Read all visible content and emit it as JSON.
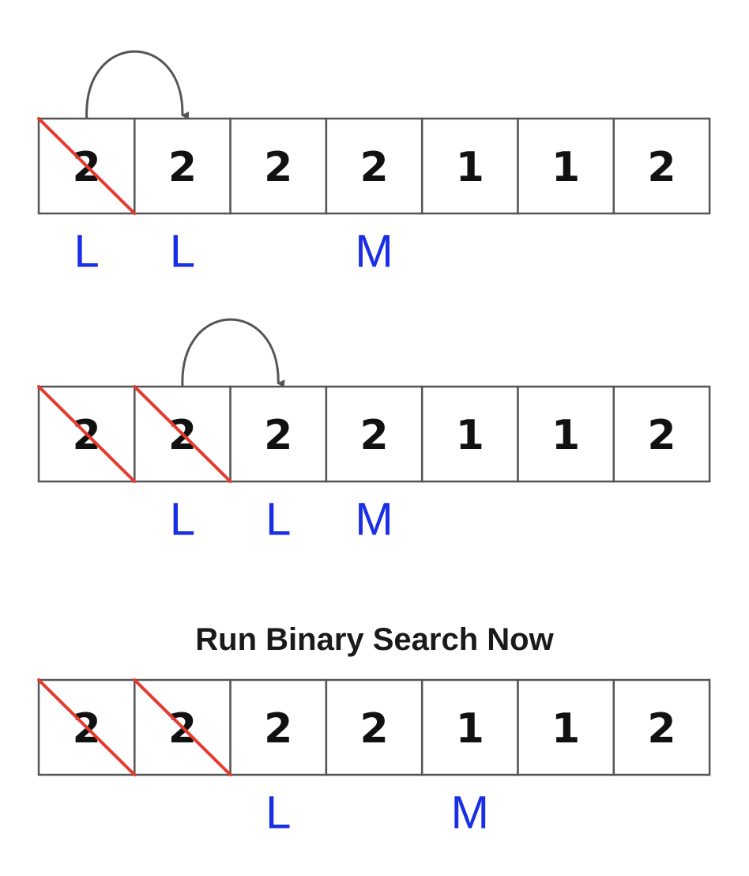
{
  "colors": {
    "pointer": "#1a2ee6",
    "cross": "#e53a2e",
    "arrow": "#555555"
  },
  "rows": [
    {
      "values": [
        "2",
        "2",
        "2",
        "2",
        "1",
        "1",
        "2"
      ],
      "crossed": [
        0
      ],
      "arrow": {
        "from": 0,
        "to": 1
      },
      "pointers": [
        {
          "label": "L",
          "index": 0
        },
        {
          "label": "L",
          "index": 1
        },
        {
          "label": "M",
          "index": 3
        }
      ]
    },
    {
      "values": [
        "2",
        "2",
        "2",
        "2",
        "1",
        "1",
        "2"
      ],
      "crossed": [
        0,
        1
      ],
      "arrow": {
        "from": 1,
        "to": 2
      },
      "pointers": [
        {
          "label": "L",
          "index": 1
        },
        {
          "label": "L",
          "index": 2
        },
        {
          "label": "M",
          "index": 3
        }
      ]
    },
    {
      "heading": "Run Binary Search Now",
      "values": [
        "2",
        "2",
        "2",
        "2",
        "1",
        "1",
        "2"
      ],
      "crossed": [
        0,
        1
      ],
      "pointers": [
        {
          "label": "L",
          "index": 2
        },
        {
          "label": "M",
          "index": 4
        }
      ]
    }
  ]
}
